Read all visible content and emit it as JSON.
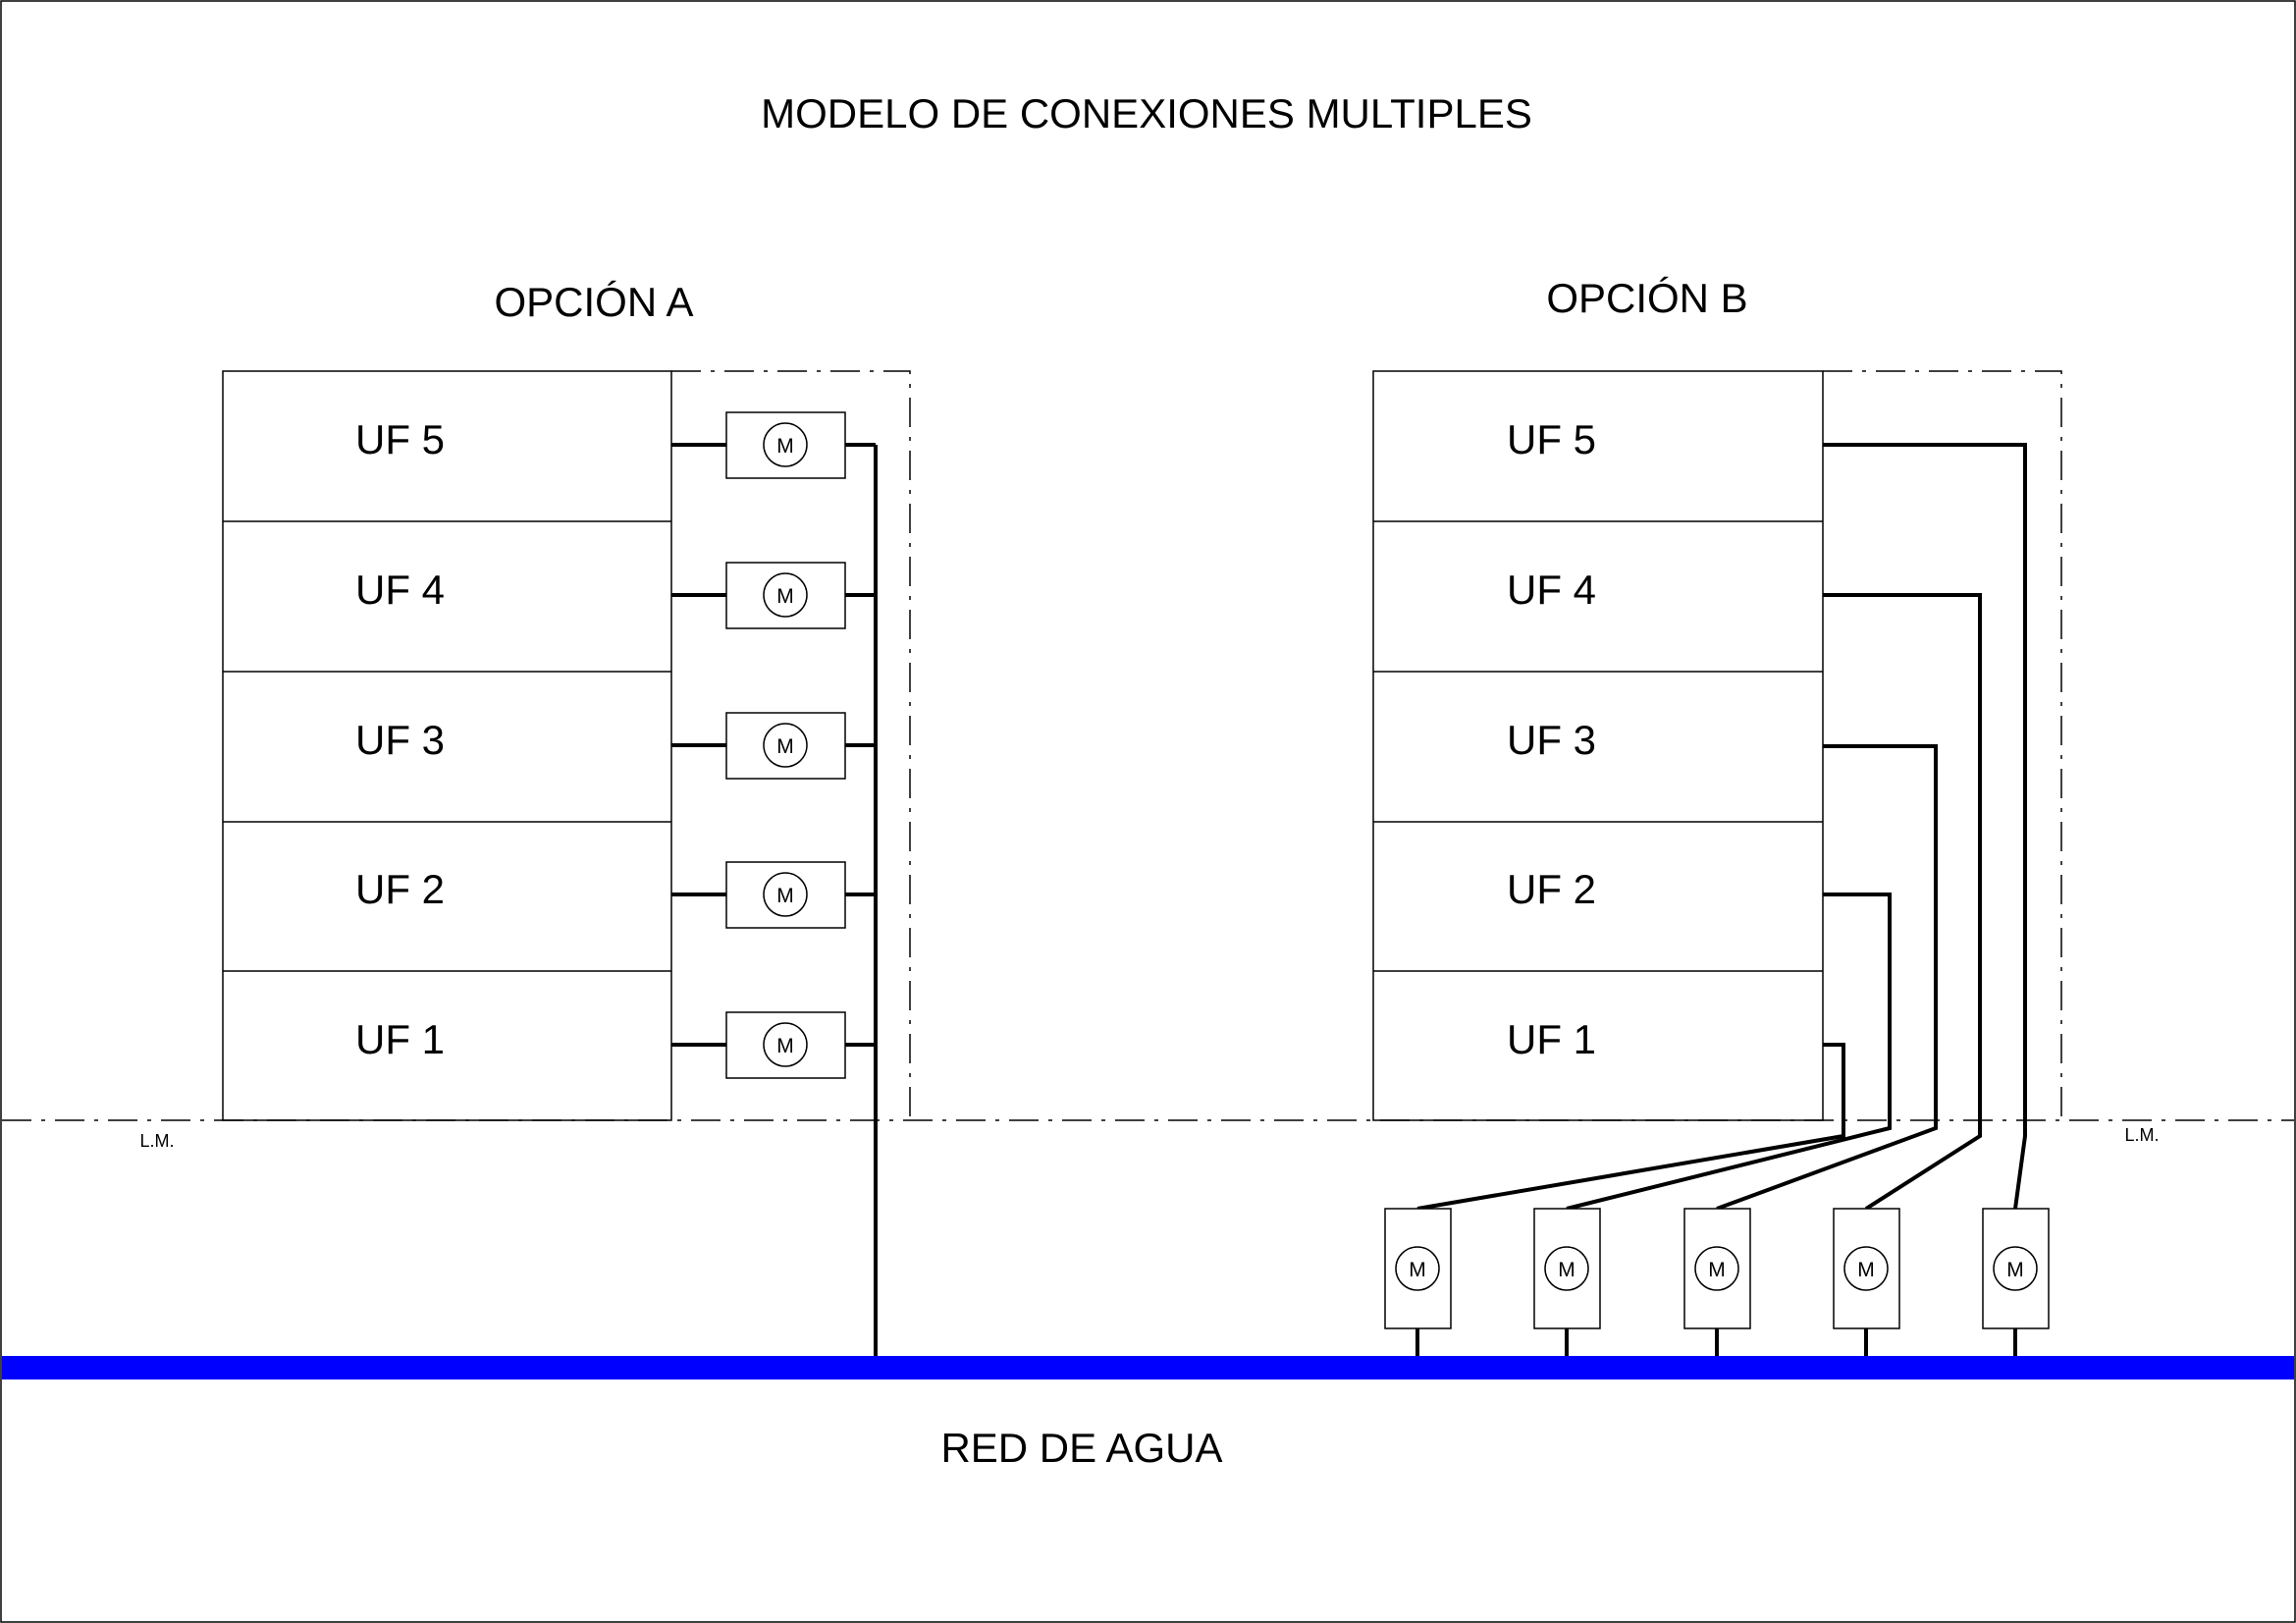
{
  "title": "MODELO DE CONEXIONES MULTIPLES",
  "option_a": {
    "label": "OPCIÓN A",
    "units": [
      "UF 5",
      "UF 4",
      "UF 3",
      "UF 2",
      "UF 1"
    ],
    "meter_label": "M"
  },
  "option_b": {
    "label": "OPCIÓN B",
    "units": [
      "UF 5",
      "UF 4",
      "UF 3",
      "UF 2",
      "UF 1"
    ],
    "meter_label": "M"
  },
  "boundary_label": "L.M.",
  "main_label": "RED DE AGUA",
  "colors": {
    "water_main": "#0000ff",
    "lines": "#000000",
    "background": "#ffffff"
  }
}
